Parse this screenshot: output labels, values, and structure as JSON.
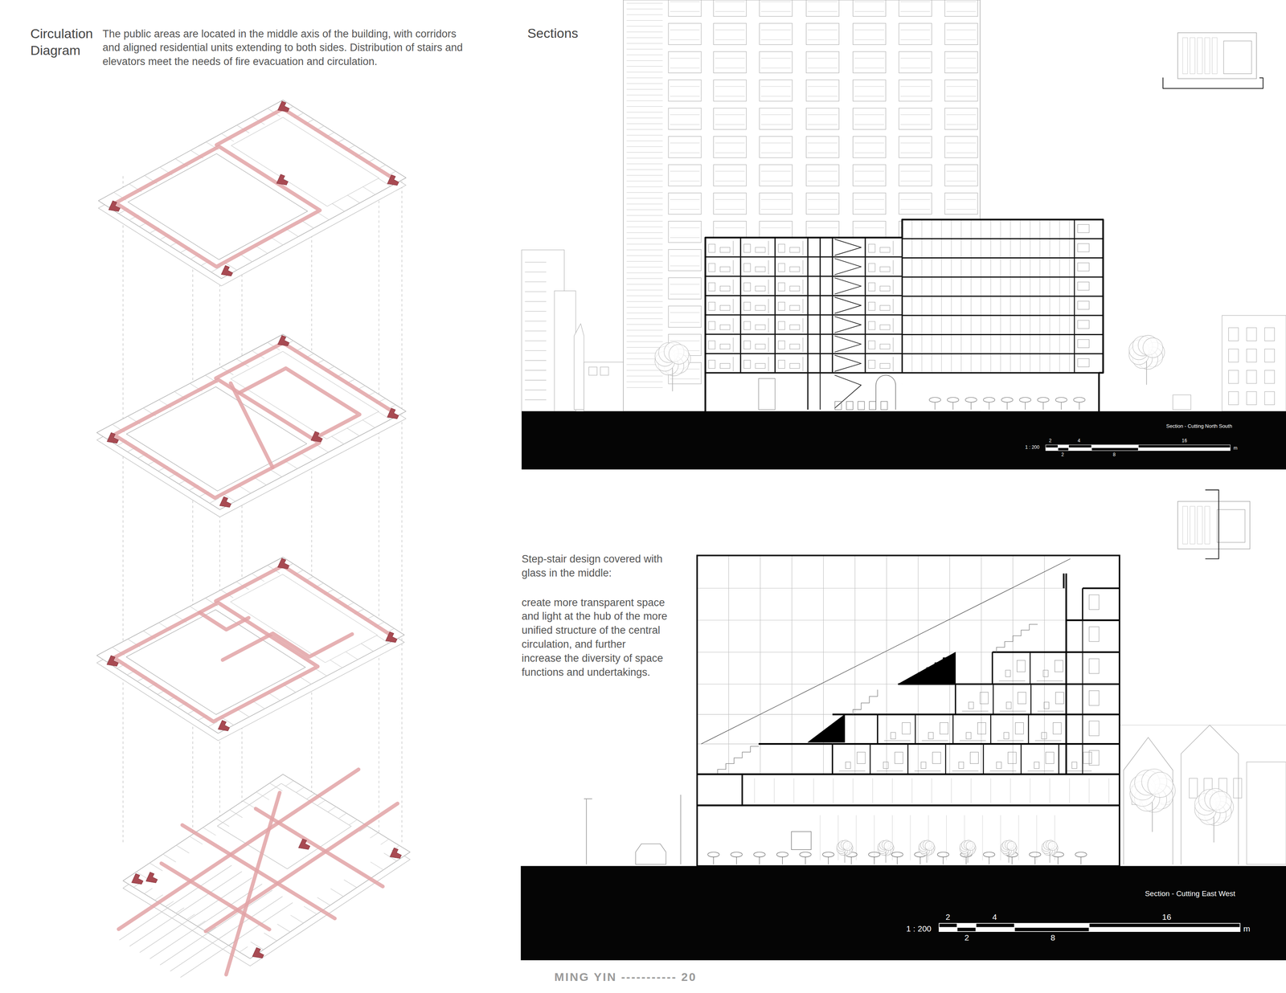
{
  "diagram": {
    "labels": [
      "Circulation Diagram",
      "The public areas are located in the middle axis of the building, with corridors and aligned residential units extending to both sides. Distribution of stairs and elevators meet the needs of fire evacuation and circulation.",
      "Sections",
      "Section - Cutting North South",
      "1 : 200",
      "2",
      "4",
      "16",
      "2",
      "8",
      "m",
      "Step-stair design covered with glass in the middle:",
      "create more transparent space and light at the hub of the more unified structure of the central circulation, and further increase the diversity of space functions and undertakings.",
      "Section - Cutting East West",
      "1 : 200",
      "2",
      "4",
      "16",
      "2",
      "8",
      "m",
      "MING YIN ----------- 20"
    ]
  }
}
